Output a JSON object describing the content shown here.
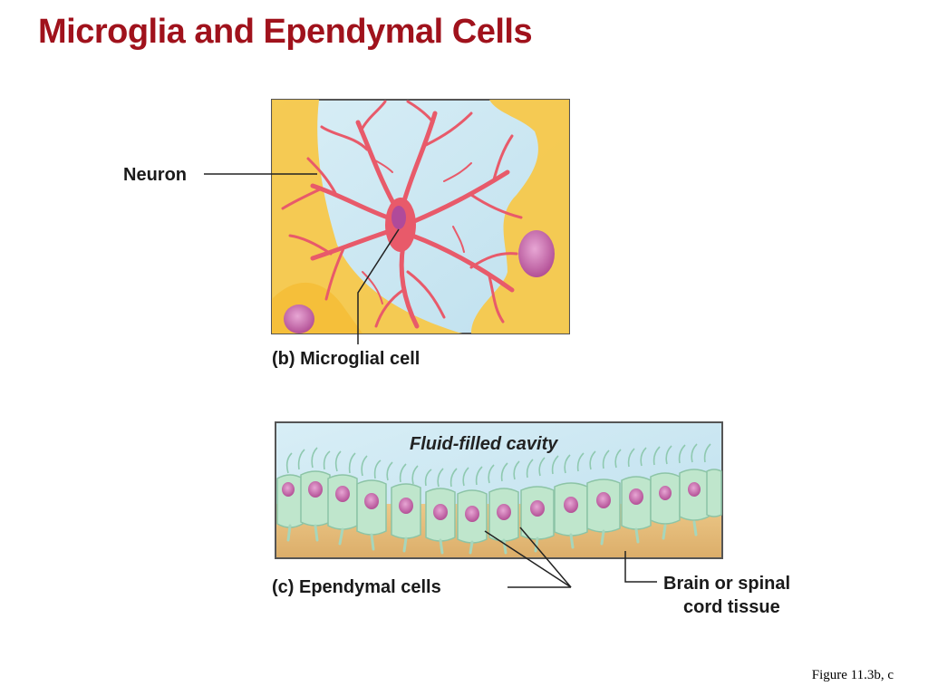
{
  "slide": {
    "title": "Microglia and Ependymal Cells",
    "caption": "Figure 11.3b, c"
  },
  "panel_b": {
    "label_neuron": "Neuron",
    "caption": "(b) Microglial cell"
  },
  "panel_c": {
    "label_cavity": "Fluid-filled cavity",
    "caption": "(c) Ependymal cells",
    "label_tissue_line1": "Brain or spinal",
    "label_tissue_line2": "cord tissue"
  },
  "colors": {
    "title": "#a0121c",
    "neuron_body": "#f7c84a",
    "microglia": "#e85a6a",
    "fluid": "#cfe8f2",
    "ependymal_cell": "#bfe6cc",
    "nucleus": "#cc6fb2",
    "tissue": "#e5b877"
  }
}
